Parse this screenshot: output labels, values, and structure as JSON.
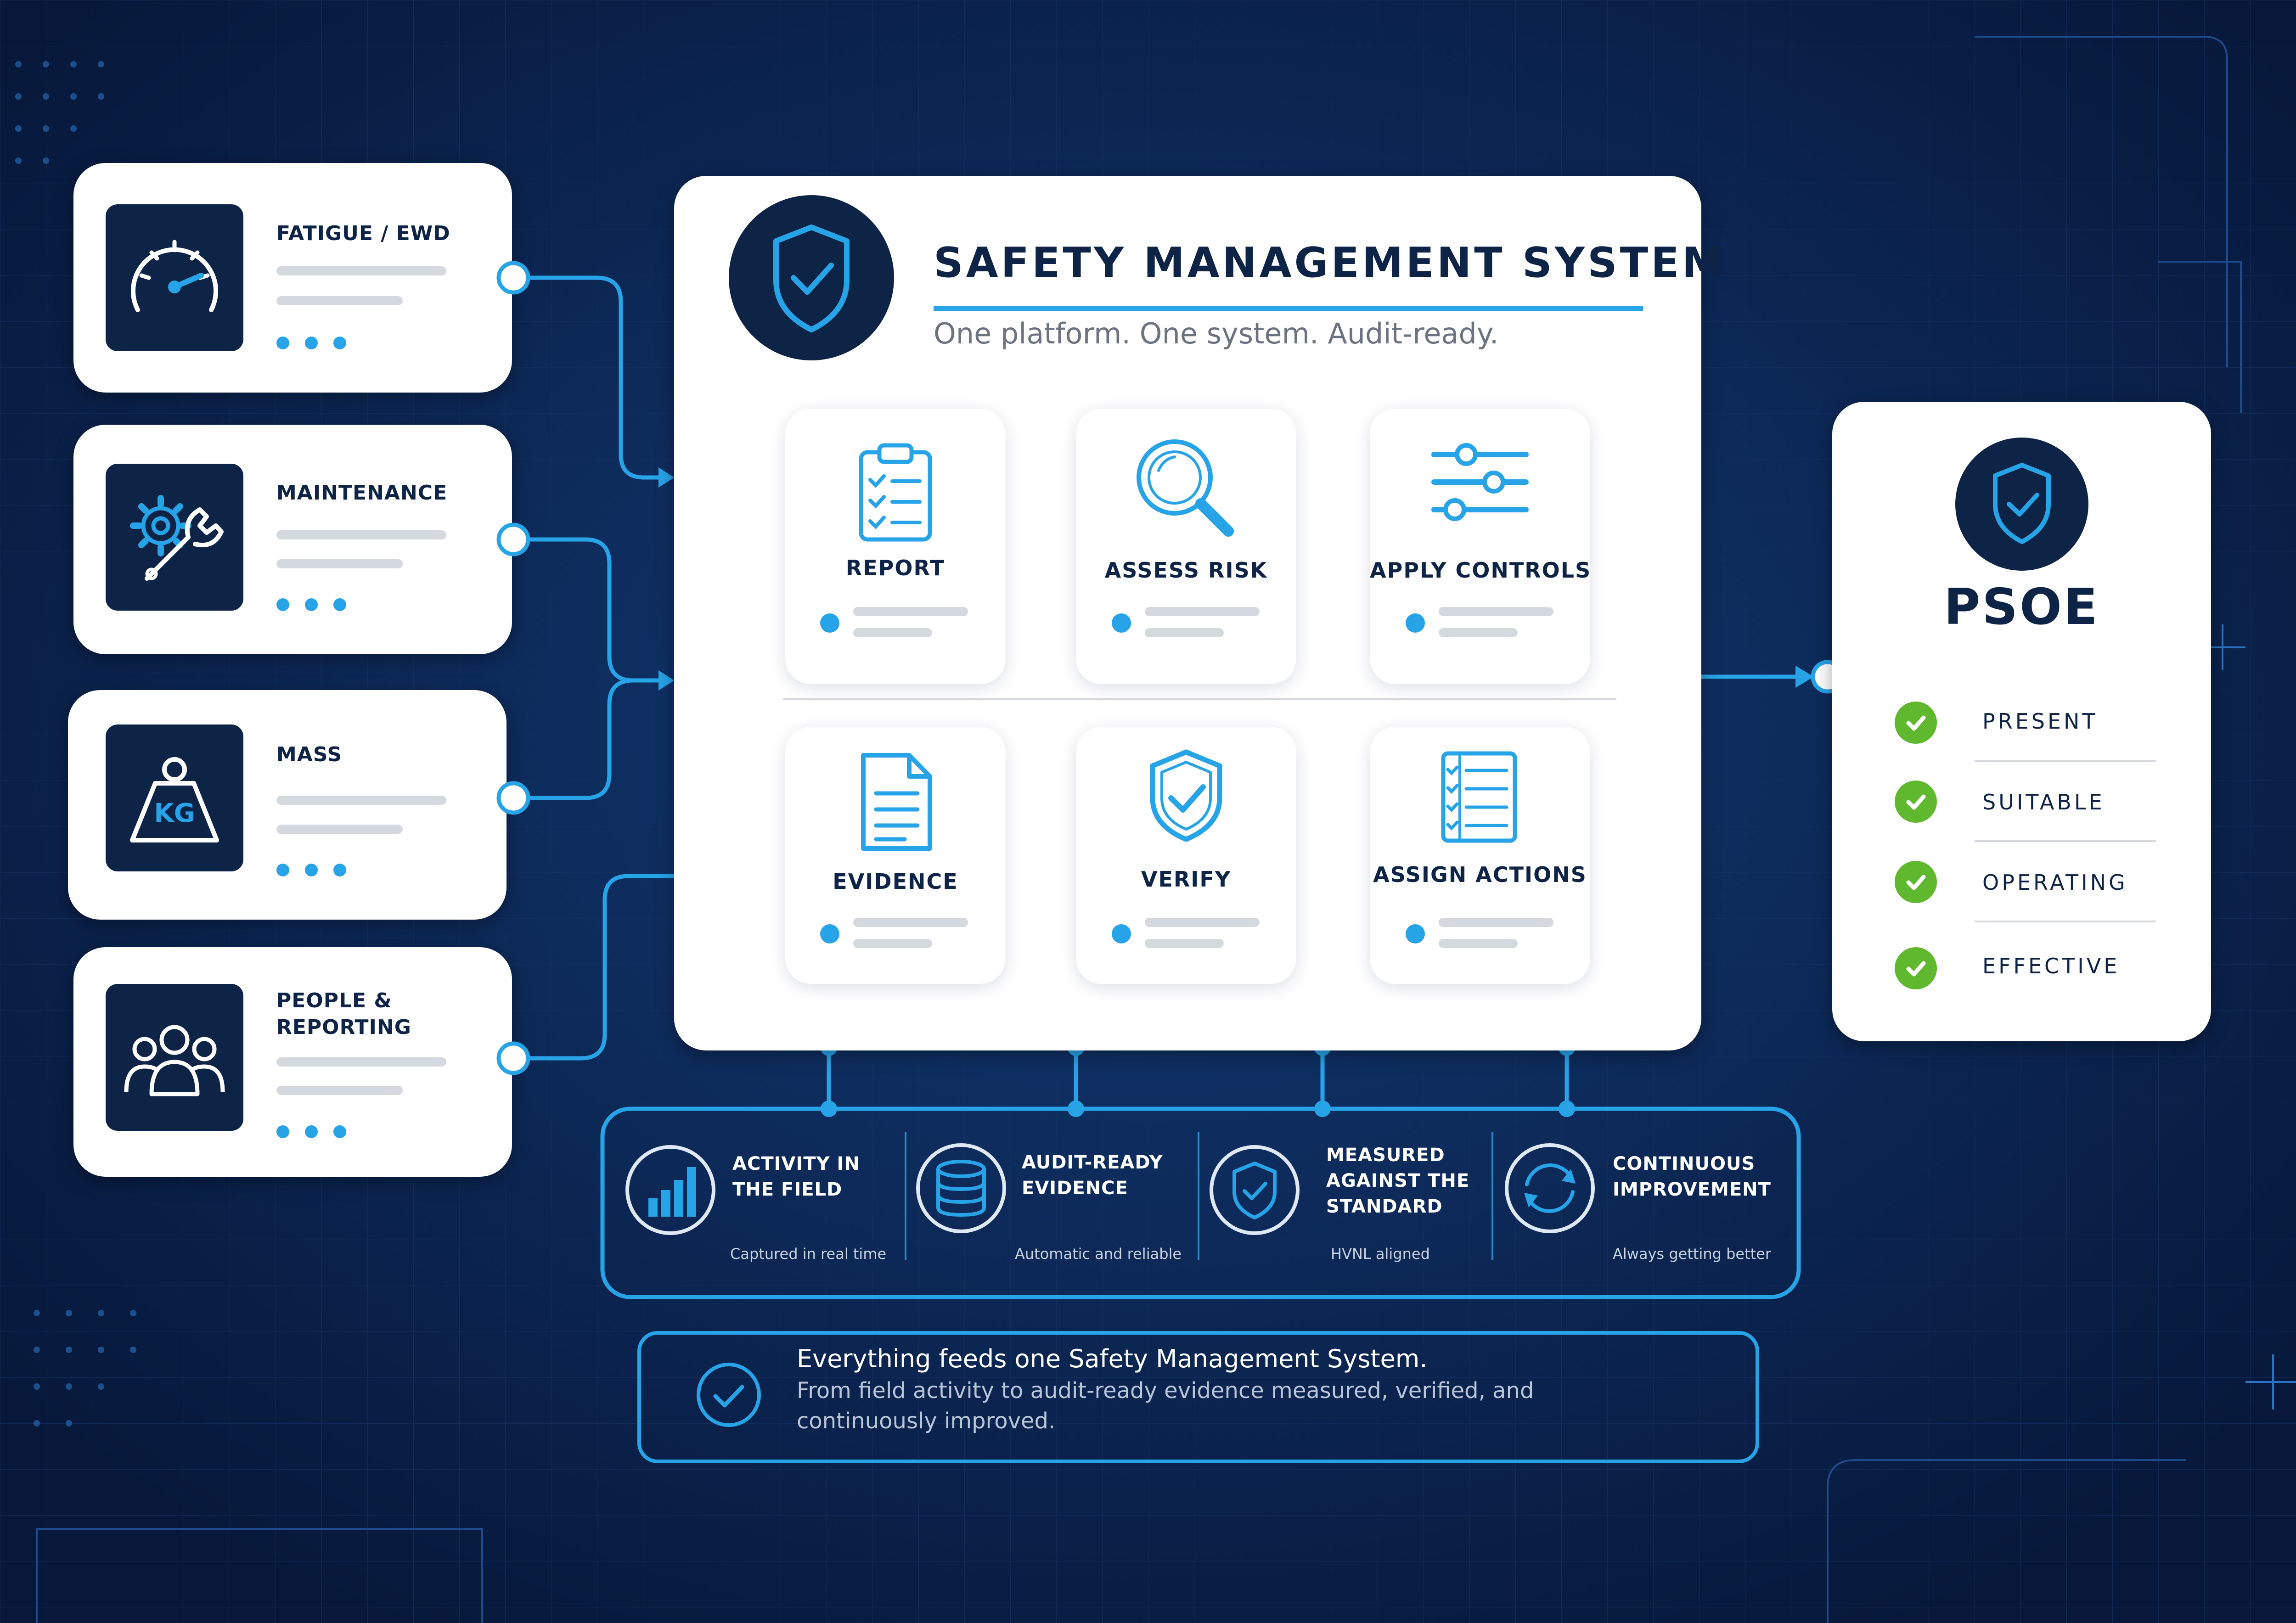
{
  "colors": {
    "background": "#0a1f44",
    "accent": "#27a3e8",
    "navy": "#0d2447",
    "check_green": "#5fb82e"
  },
  "sources": [
    {
      "title": "FATIGUE / EWD",
      "icon": "speedometer-icon"
    },
    {
      "title": "MAINTENANCE",
      "icon": "gear-wrench-icon"
    },
    {
      "title": "MASS",
      "icon": "weight-icon",
      "icon_text": "KG"
    },
    {
      "title": "PEOPLE & REPORTING",
      "icon": "people-icon"
    }
  ],
  "sms": {
    "title": "SAFETY MANAGEMENT SYSTEM",
    "subtitle": "One platform. One system. Audit-ready.",
    "icon": "shield-check-icon"
  },
  "steps": [
    {
      "label": "REPORT",
      "icon": "clipboard-icon"
    },
    {
      "label": "ASSESS RISK",
      "icon": "magnifier-icon"
    },
    {
      "label": "APPLY CONTROLS",
      "icon": "sliders-icon"
    },
    {
      "label": "EVIDENCE",
      "icon": "document-icon"
    },
    {
      "label": "VERIFY",
      "icon": "shield-check-icon"
    },
    {
      "label": "ASSIGN ACTIONS",
      "icon": "checklist-icon"
    }
  ],
  "psoe": {
    "title": "PSOE",
    "items": [
      "PRESENT",
      "SUITABLE",
      "OPERATING",
      "EFFECTIVE"
    ]
  },
  "features": [
    {
      "title": "ACTIVITY IN THE FIELD",
      "subtitle": "Captured in real time",
      "icon": "bar-chart-icon"
    },
    {
      "title": "AUDIT-READY EVIDENCE",
      "subtitle": "Automatic and reliable",
      "icon": "database-icon"
    },
    {
      "title": "MEASURED AGAINST THE STANDARD",
      "subtitle": "HVNL aligned",
      "icon": "shield-check-icon"
    },
    {
      "title": "CONTINUOUS IMPROVEMENT",
      "subtitle": "Always getting better",
      "icon": "refresh-icon"
    }
  ],
  "banner": {
    "line1": "Everything feeds one Safety Management System.",
    "line2": "From field activity to audit-ready evidence measured, verified, and continuously improved."
  }
}
